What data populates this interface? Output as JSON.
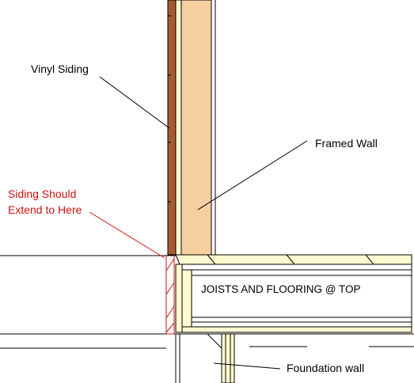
{
  "labels": {
    "vinyl_siding": "Vinyl Siding",
    "framed_wall": "Framed Wall",
    "siding_extend_line1": "Siding Should",
    "siding_extend_line2": "Extend to Here",
    "joists_flooring": "JOISTS AND FLOORING @ TOP",
    "foundation_wall": "Foundation wall"
  },
  "colors": {
    "background": "#ffffff",
    "siding": "#a85a2e",
    "framing": "#f5cfa0",
    "joist_fill": "#fffbd0",
    "note_red": "#d01010",
    "ink": "#000000"
  }
}
